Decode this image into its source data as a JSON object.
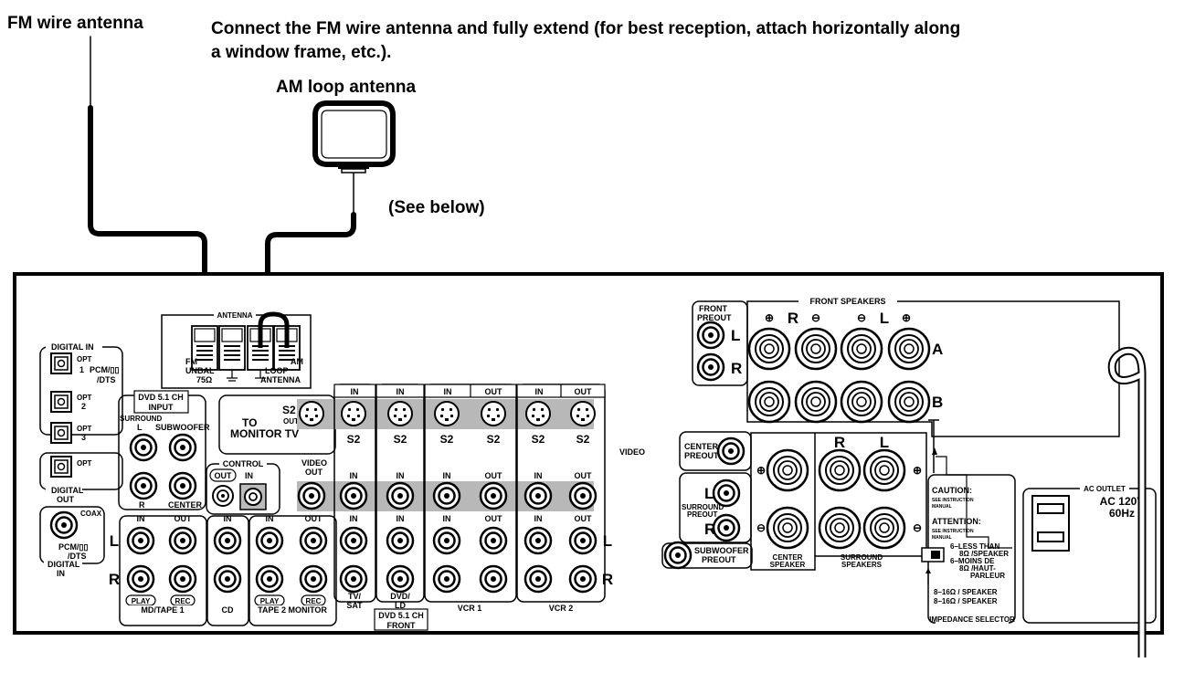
{
  "labels": {
    "fm_antenna": "FM wire antenna",
    "instruction_line1": "Connect the FM wire antenna and fully extend (for best reception, attach horizontally along",
    "instruction_line2": "a window frame, etc.).",
    "am_antenna": "AM loop antenna",
    "see_below": "(See below)"
  },
  "panel": {
    "antenna": {
      "title": "ANTENNA",
      "fm": "FM",
      "unbal": "UNBAL",
      "ohm": "75Ω",
      "am": "AM",
      "loop": "LOOP",
      "antenna": "ANTENNA"
    },
    "digital_in": {
      "title": "DIGITAL IN",
      "opt1": "OPT",
      "opt1_num": "1",
      "pcm": "PCM/▯▯",
      "dts": "/DTS",
      "opt2": "OPT",
      "opt2_num": "2",
      "opt3": "OPT",
      "opt3_num": "3"
    },
    "digital_out": {
      "opt": "OPT",
      "title": "DIGITAL",
      "title2": "OUT"
    },
    "coax": {
      "label": "COAX",
      "pcm": "PCM/▯▯",
      "dts": "/DTS",
      "title": "DIGITAL",
      "title2": "IN"
    },
    "dvd_input": {
      "line1": "DVD 5.1 CH",
      "line2": "INPUT",
      "surround": "SURROUND",
      "l": "L",
      "r": "R",
      "subwoofer": "SUBWOOFER",
      "center": "CENTER"
    },
    "control": {
      "title": "CONTROL",
      "out": "OUT",
      "in": "IN"
    },
    "monitor": {
      "to": "TO",
      "monitor_tv": "MONITOR TV",
      "s2": "S2",
      "out": "OUT",
      "video_out": "VIDEO",
      "video_out2": "OUT"
    },
    "md_tape": {
      "in": "IN",
      "out": "OUT",
      "play": "PLAY",
      "rec": "REC",
      "name": "MD/TAPE 1"
    },
    "cd": {
      "in": "IN",
      "name": "CD"
    },
    "tape2": {
      "in": "IN",
      "out": "OUT",
      "play": "PLAY",
      "rec": "REC",
      "name": "TAPE 2 MONITOR"
    },
    "side_l": "L",
    "side_r": "R",
    "columns": {
      "in": "IN",
      "out": "OUT",
      "s2": "S2",
      "video": "VIDEO",
      "tv_sat": "TV/",
      "tv_sat2": "SAT",
      "dvd_ld": "DVD/",
      "dvd_ld2": "LD",
      "dvd_front": "DVD 5.1 CH",
      "dvd_front2": "FRONT",
      "vcr1": "VCR 1",
      "vcr2": "VCR 2"
    },
    "front_preout": {
      "line1": "FRONT",
      "line2": "PREOUT",
      "l": "L",
      "r": "R"
    },
    "front_speakers": {
      "title": "FRONT SPEAKERS",
      "plus": "⊕",
      "minus": "⊖",
      "r": "R",
      "l": "L",
      "a": "A",
      "b": "B"
    },
    "center_preout": {
      "line1": "CENTER",
      "line2": "PREOUT"
    },
    "surround_preout": {
      "line1": "SURROUND",
      "line2": "PREOUT",
      "l": "L",
      "r": "R"
    },
    "subwoofer_preout": {
      "line1": "SUBWOOFER",
      "line2": "PREOUT"
    },
    "center_speaker": {
      "line1": "CENTER",
      "line2": "SPEAKER"
    },
    "surround_speakers": {
      "line1": "SURROUND",
      "line2": "SPEAKERS",
      "r": "R",
      "l": "L"
    },
    "caution": {
      "caution": "CAUTION:",
      "see1": "SEE INSTRUCTION",
      "manual1": "MANUAL",
      "attention": "ATTENTION:",
      "see2": "SEE INSTRUCTION",
      "manual2": "MANUAL",
      "less1": "6–LESS THAN",
      "less2": "8Ω /SPEAKER",
      "moins1": "6–MOINS DE",
      "moins2": "8Ω /HAUT-",
      "moins3": "PARLEUR",
      "sp1": "8–16Ω / SPEAKER",
      "sp2": "8–16Ω / SPEAKER",
      "selector": "IMPEDANCE SELECTOR"
    },
    "ac_outlet": {
      "title": "AC OUTLET",
      "voltage": "AC 120V",
      "freq": "60Hz"
    }
  },
  "colors": {
    "line": "#000000",
    "band": "#b8b8b8",
    "background": "#ffffff"
  }
}
